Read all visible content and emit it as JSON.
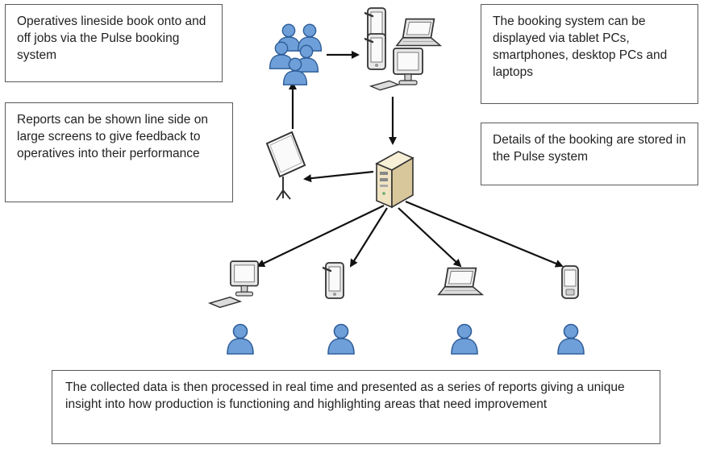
{
  "annotations": {
    "booking": "Operatives lineside book onto and off jobs via the Pulse booking system",
    "devices": "The booking system can be displayed via tablet PCs, smartphones, desktop PCs and laptops",
    "reports_screen": "Reports can be shown line side on large screens to give feedback to operatives into their performance",
    "storage": "Details of the booking are stored in the Pulse system",
    "summary": "The collected data is then processed in real time and presented as a series of reports giving a unique insight into how production is functioning and highlighting areas that need improvement"
  },
  "nodes": {
    "operatives_group": "users-group-icon",
    "input_devices": "devices-cluster-icon",
    "server": "server-icon",
    "projector_screen": "projection-screen-icon",
    "viewer_desktop": "desktop-pc-icon",
    "viewer_tablet": "tablet-pc-icon",
    "viewer_laptop": "laptop-icon",
    "viewer_smartphone": "smartphone-icon",
    "viewer_user": "user-icon"
  },
  "colors": {
    "user_fill": "#6f9fd8",
    "user_stroke": "#2f5f9a",
    "device_fill": "#e8e8e8",
    "server_fill": "#efe3c2",
    "arrow": "#111111",
    "box_border": "#5a5a5a"
  }
}
